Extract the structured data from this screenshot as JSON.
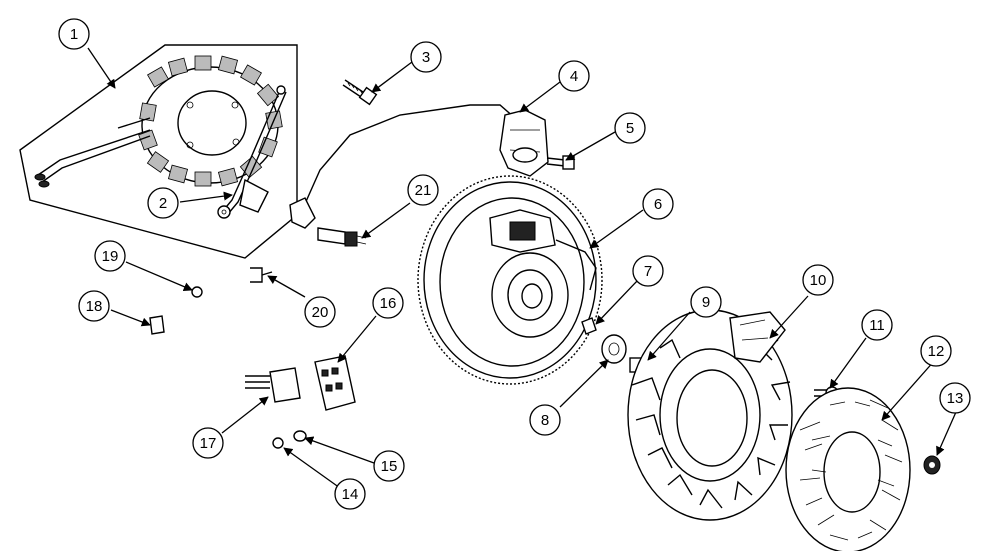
{
  "callouts": [
    {
      "id": "callout-1",
      "label": "1"
    },
    {
      "id": "callout-2",
      "label": "2"
    },
    {
      "id": "callout-3",
      "label": "3"
    },
    {
      "id": "callout-4",
      "label": "4"
    },
    {
      "id": "callout-5",
      "label": "5"
    },
    {
      "id": "callout-6",
      "label": "6"
    },
    {
      "id": "callout-7",
      "label": "7"
    },
    {
      "id": "callout-8",
      "label": "8"
    },
    {
      "id": "callout-9",
      "label": "9"
    },
    {
      "id": "callout-10",
      "label": "10"
    },
    {
      "id": "callout-11",
      "label": "11"
    },
    {
      "id": "callout-12",
      "label": "12"
    },
    {
      "id": "callout-13",
      "label": "13"
    },
    {
      "id": "callout-14",
      "label": "14"
    },
    {
      "id": "callout-15",
      "label": "15"
    },
    {
      "id": "callout-16",
      "label": "16"
    },
    {
      "id": "callout-17",
      "label": "17"
    },
    {
      "id": "callout-18",
      "label": "18"
    },
    {
      "id": "callout-19",
      "label": "19"
    },
    {
      "id": "callout-20",
      "label": "20"
    },
    {
      "id": "callout-21",
      "label": "21"
    }
  ]
}
